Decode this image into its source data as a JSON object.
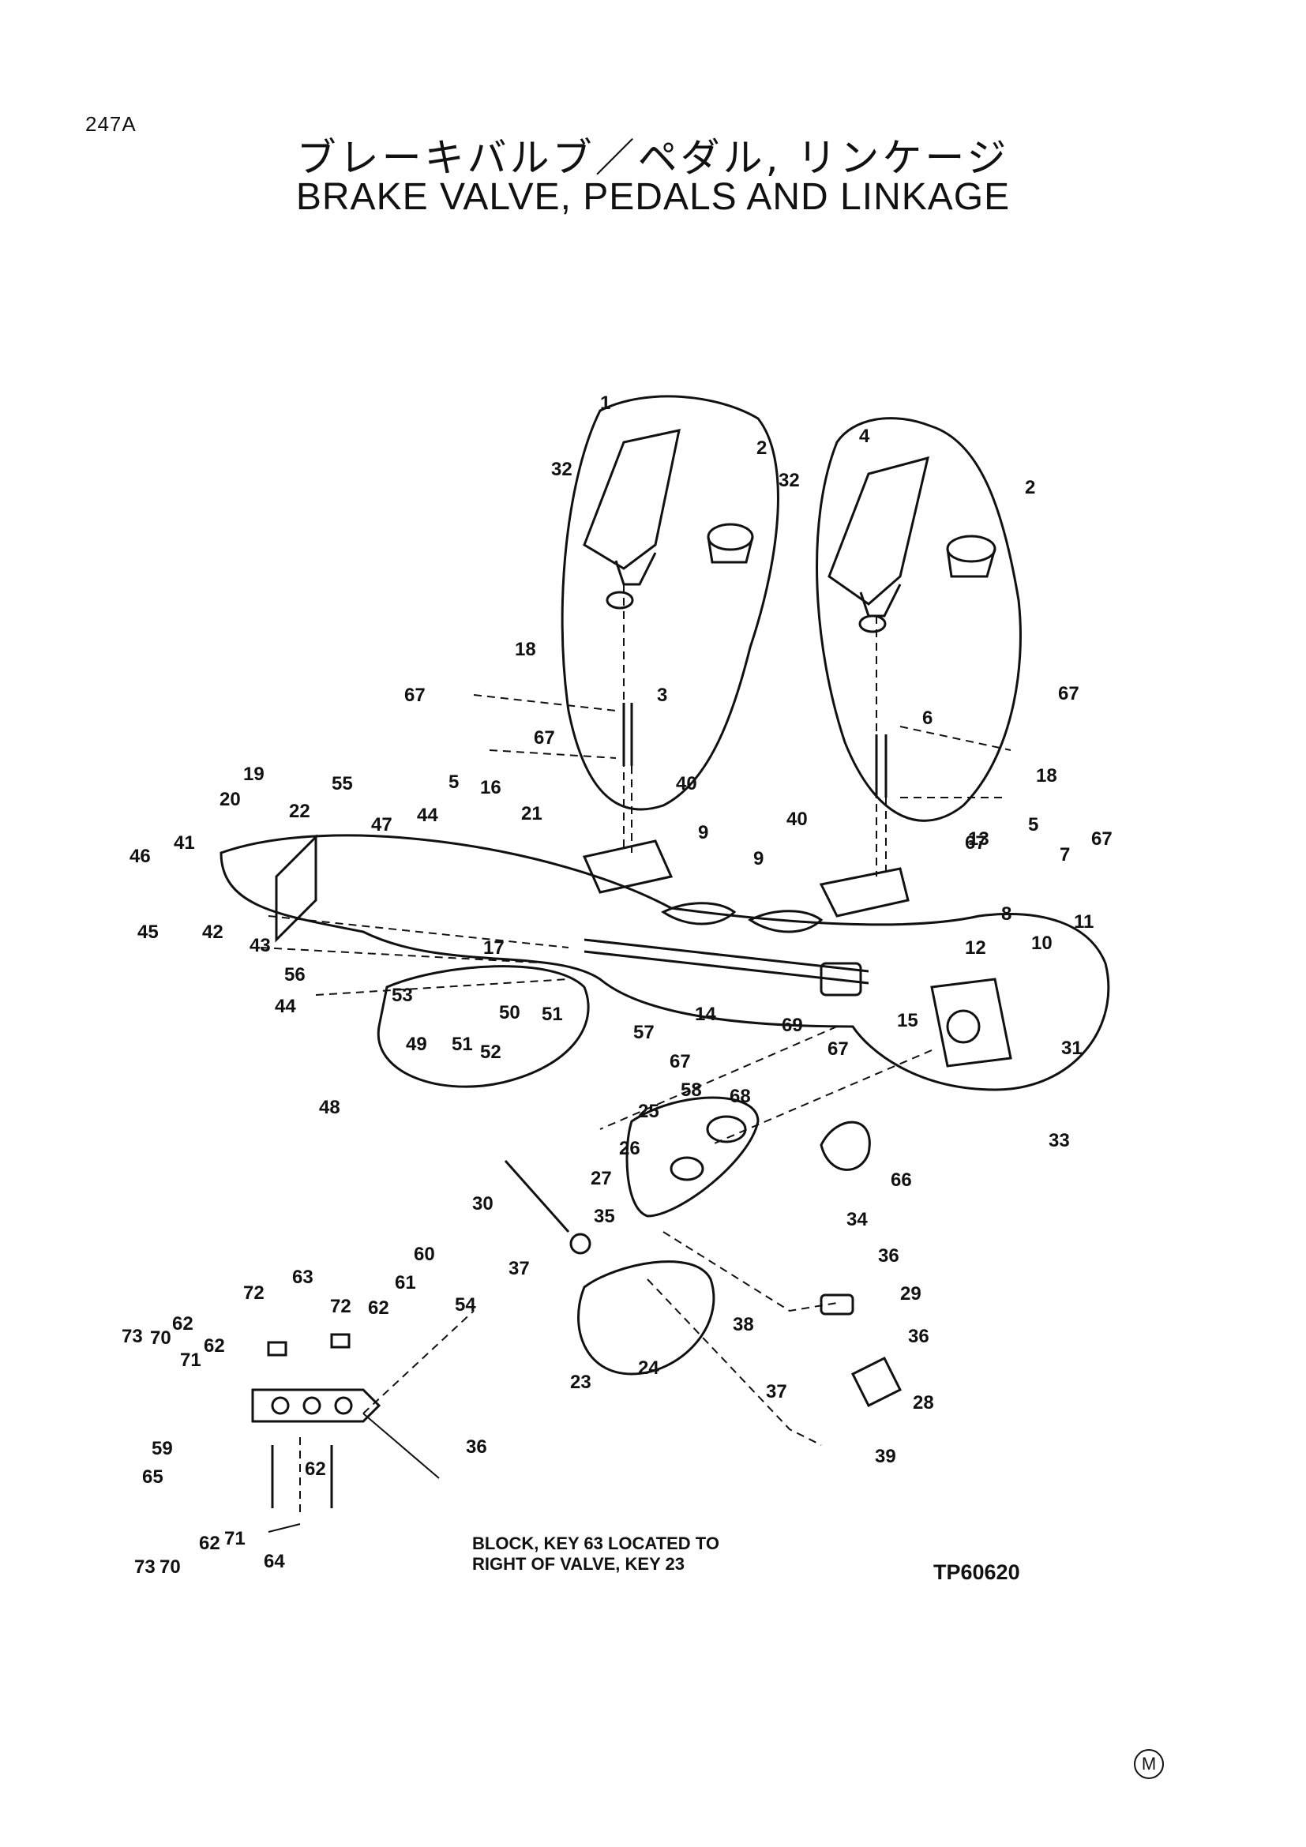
{
  "page_number": "247A",
  "title_jp": "ブレーキバルブ／ペダル, リンケージ",
  "title_en": "BRAKE VALVE, PEDALS AND LINKAGE",
  "figure_id": "TP60620",
  "note_line1": "BLOCK, KEY 63 LOCATED TO",
  "note_line2": "RIGHT OF VALVE, KEY 23",
  "corner_mark": "M",
  "labels": {
    "k1": "1",
    "k2a": "2",
    "k2b": "2",
    "k3": "3",
    "k4": "4",
    "k5a": "5",
    "k5b": "5",
    "k6": "6",
    "k7": "7",
    "k8": "8",
    "k9a": "9",
    "k9b": "9",
    "k10": "10",
    "k11": "11",
    "k12": "12",
    "k13": "13",
    "k14": "14",
    "k15": "15",
    "k16": "16",
    "k17": "17",
    "k18a": "18",
    "k18b": "18",
    "k19": "19",
    "k20": "20",
    "k21": "21",
    "k22": "22",
    "k23": "23",
    "k24": "24",
    "k25": "25",
    "k26": "26",
    "k27": "27",
    "k28": "28",
    "k29": "29",
    "k30": "30",
    "k31": "31",
    "k32a": "32",
    "k32b": "32",
    "k33": "33",
    "k34": "34",
    "k35": "35",
    "k36a": "36",
    "k36b": "36",
    "k36c": "36",
    "k37a": "37",
    "k37b": "37",
    "k38": "38",
    "k39": "39",
    "k40a": "40",
    "k40b": "40",
    "k41": "41",
    "k42": "42",
    "k43": "43",
    "k44a": "44",
    "k44b": "44",
    "k45": "45",
    "k46": "46",
    "k47": "47",
    "k48": "48",
    "k49": "49",
    "k50": "50",
    "k51a": "51",
    "k51b": "51",
    "k52": "52",
    "k53": "53",
    "k54": "54",
    "k55": "55",
    "k56": "56",
    "k57": "57",
    "k58": "58",
    "k59": "59",
    "k60": "60",
    "k61": "61",
    "k62a": "62",
    "k62b": "62",
    "k62c": "62",
    "k62d": "62",
    "k62e": "62",
    "k63": "63",
    "k64": "64",
    "k65": "65",
    "k66": "66",
    "k67a": "67",
    "k67b": "67",
    "k67c": "67",
    "k67d": "67",
    "k67e": "67",
    "k67f": "67",
    "k67g": "67",
    "k68": "68",
    "k69": "69",
    "k70a": "70",
    "k70b": "70",
    "k71a": "71",
    "k71b": "71",
    "k72a": "72",
    "k72b": "72",
    "k73a": "73",
    "k73b": "73"
  }
}
